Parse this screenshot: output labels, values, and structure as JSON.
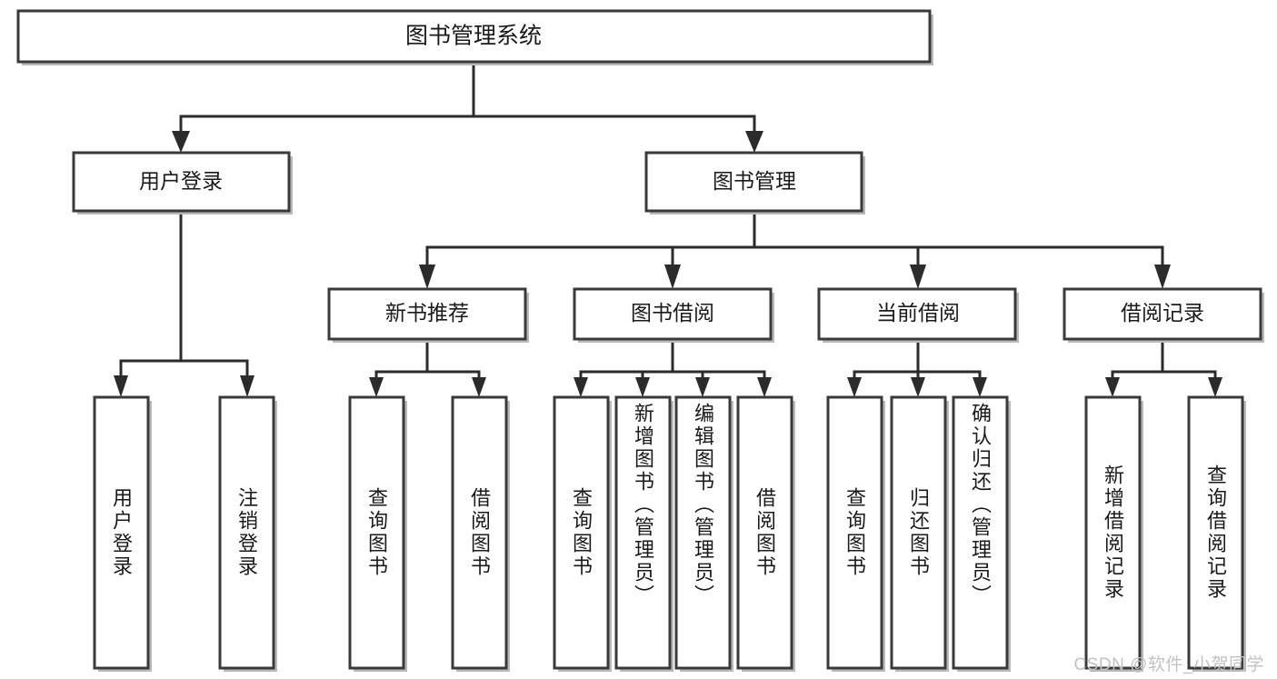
{
  "diagram": {
    "type": "tree-hierarchy",
    "title": "图书管理系统",
    "watermark": "CSDN @软件_小贺同学",
    "colors": {
      "box_stroke": "#3a3a3a",
      "box_fill": "#ffffff",
      "edge": "#2b2b2b",
      "shadow": "#b9b9b9",
      "text": "#1a1a1a",
      "watermark": "#c2c2c2",
      "background": "#ffffff"
    },
    "levels": {
      "root": {
        "label": "图书管理系统"
      },
      "level2": [
        {
          "id": "user-login",
          "label": "用户登录"
        },
        {
          "id": "book-manage",
          "label": "图书管理"
        }
      ],
      "level3": [
        {
          "id": "new-book-recommend",
          "label": "新书推荐",
          "parent": "book-manage"
        },
        {
          "id": "book-borrow",
          "label": "图书借阅",
          "parent": "book-manage"
        },
        {
          "id": "current-borrow",
          "label": "当前借阅",
          "parent": "book-manage"
        },
        {
          "id": "borrow-record",
          "label": "借阅记录",
          "parent": "book-manage"
        }
      ],
      "leaves": [
        {
          "id": "leaf-user-login",
          "label": "用户登录",
          "parent": "user-login"
        },
        {
          "id": "leaf-logout-login",
          "label": "注销登录",
          "parent": "user-login"
        },
        {
          "id": "leaf-query-book-1",
          "label": "查询图书",
          "parent": "new-book-recommend"
        },
        {
          "id": "leaf-borrow-book-1",
          "label": "借阅图书",
          "parent": "new-book-recommend"
        },
        {
          "id": "leaf-query-book-2",
          "label": "查询图书",
          "parent": "book-borrow"
        },
        {
          "id": "leaf-add-book",
          "label": "新增图书（管理员）",
          "parent": "book-borrow"
        },
        {
          "id": "leaf-edit-book",
          "label": "编辑图书（管理员）",
          "parent": "book-borrow"
        },
        {
          "id": "leaf-borrow-book-2",
          "label": "借阅图书",
          "parent": "book-borrow"
        },
        {
          "id": "leaf-query-book-3",
          "label": "查询图书",
          "parent": "current-borrow"
        },
        {
          "id": "leaf-return-book",
          "label": "归还图书",
          "parent": "current-borrow"
        },
        {
          "id": "leaf-confirm-return",
          "label": "确认归还（管理员）",
          "parent": "current-borrow"
        },
        {
          "id": "leaf-add-record",
          "label": "新增借阅记录",
          "parent": "borrow-record"
        },
        {
          "id": "leaf-query-record",
          "label": "查询借阅记录",
          "parent": "borrow-record"
        }
      ]
    }
  }
}
